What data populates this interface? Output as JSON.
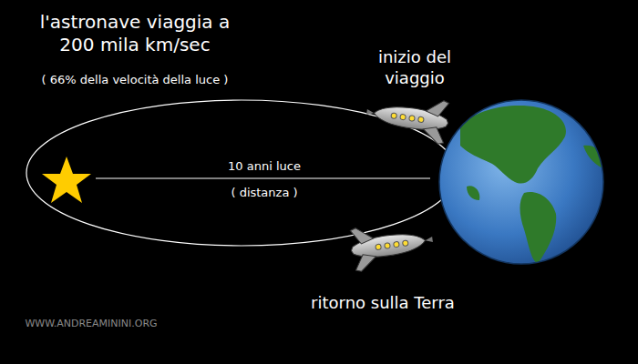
{
  "diagram": {
    "labels": [
      "l'astronave viaggia a 200 mila km/sec",
      "( 66% della velocità della luce )",
      "inizio del viaggio",
      "10 anni luce",
      "( distanza )",
      "ritorno sulla Terra",
      "WWW.ANDREAMININI.ORG"
    ]
  }
}
